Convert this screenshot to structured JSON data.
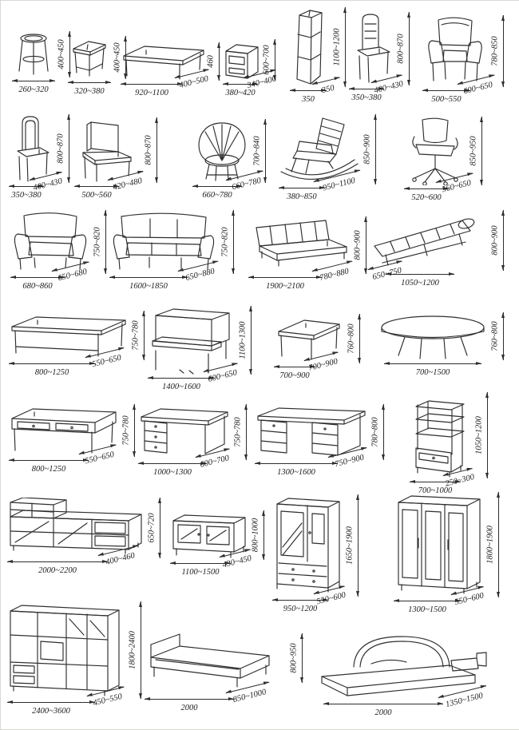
{
  "colors": {
    "ink": "#2e2e2e",
    "paper": "#ffffff"
  },
  "rows": [
    {
      "items": [
        {
          "name": "round stool",
          "w": "260~320",
          "h": "400~450"
        },
        {
          "name": "square stool",
          "w": "320~380",
          "h": "400~450"
        },
        {
          "name": "tea table",
          "w": "920~1100",
          "d": "400~500",
          "h": "460"
        },
        {
          "name": "bedside cabinet",
          "w": "380~420",
          "d": "340~400",
          "h": "600~700"
        },
        {
          "name": "plant stand",
          "w": "350",
          "d": "350",
          "h": "1100~1200"
        },
        {
          "name": "side chair",
          "w": "350~380",
          "d": "400~430",
          "h": "800~870"
        },
        {
          "name": "armchair",
          "w": "500~550",
          "d": "600~650",
          "h": "780~850"
        }
      ]
    },
    {
      "items": [
        {
          "name": "high-back chair",
          "w": "350~380",
          "d": "400~430",
          "h": "800~870"
        },
        {
          "name": "panel-back chair",
          "w": "500~560",
          "d": "420~480",
          "h": "800~870"
        },
        {
          "name": "wicker chair",
          "w": "660~780",
          "d": "660~780",
          "h": "700~840"
        },
        {
          "name": "rocking chair",
          "w": "380~850",
          "d": "950~1100",
          "h": "850~900"
        },
        {
          "name": "swivel chair",
          "w": "520~600",
          "d": "560~650",
          "h": "850~950"
        }
      ]
    },
    {
      "items": [
        {
          "name": "single sofa",
          "w": "680~860",
          "d": "650~680",
          "h": "750~820"
        },
        {
          "name": "three-seat sofa",
          "w": "1600~1850",
          "d": "650~880",
          "h": "750~820"
        },
        {
          "name": "bench sofa",
          "w": "1900~2100",
          "d": "780~880",
          "h": "800~900"
        },
        {
          "name": "chaise longue",
          "w": "1050~1200",
          "d": "650~750",
          "h": "800~900"
        }
      ]
    },
    {
      "items": [
        {
          "name": "long table",
          "w": "800~1250",
          "d": "550~650",
          "h": "750~780"
        },
        {
          "name": "upright piano",
          "w": "1400~1600",
          "d": "600~650",
          "h": "1100~1300"
        },
        {
          "name": "square table",
          "w": "700~900",
          "d": "700~900",
          "h": "760~800"
        },
        {
          "name": "oval table",
          "w": "700~1500",
          "h": "760~800"
        }
      ]
    },
    {
      "items": [
        {
          "name": "two-drawer desk",
          "w": "800~1250",
          "d": "550~650",
          "h": "750~780"
        },
        {
          "name": "single-pedestal desk",
          "w": "1000~1300",
          "d": "600~700",
          "h": "750~780"
        },
        {
          "name": "double-pedestal desk",
          "w": "1300~1600",
          "d": "750~900",
          "h": "780~800"
        },
        {
          "name": "shelf cabinet",
          "w": "700~1000",
          "d": "250~300",
          "h": "1050~1200"
        }
      ]
    },
    {
      "items": [
        {
          "name": "low combination cabinet",
          "w": "2000~2200",
          "d": "400~460",
          "h": "650~720"
        },
        {
          "name": "sideboard",
          "w": "1100~1500",
          "d": "430~450",
          "h": "800~1000"
        },
        {
          "name": "mirror wardrobe",
          "w": "950~1200",
          "d": "550~600",
          "h": "1650~1900"
        },
        {
          "name": "three-door wardrobe",
          "w": "1300~1500",
          "d": "550~600",
          "h": "1800~1900"
        }
      ]
    },
    {
      "items": [
        {
          "name": "wall unit",
          "w": "2400~3600",
          "d": "450~550",
          "h": "1800~2400"
        },
        {
          "name": "single bed",
          "w": "2000",
          "d": "850~1000"
        },
        {
          "name": "double bed",
          "w": "2000",
          "d": "1350~1500",
          "h": "800~950"
        }
      ]
    }
  ]
}
